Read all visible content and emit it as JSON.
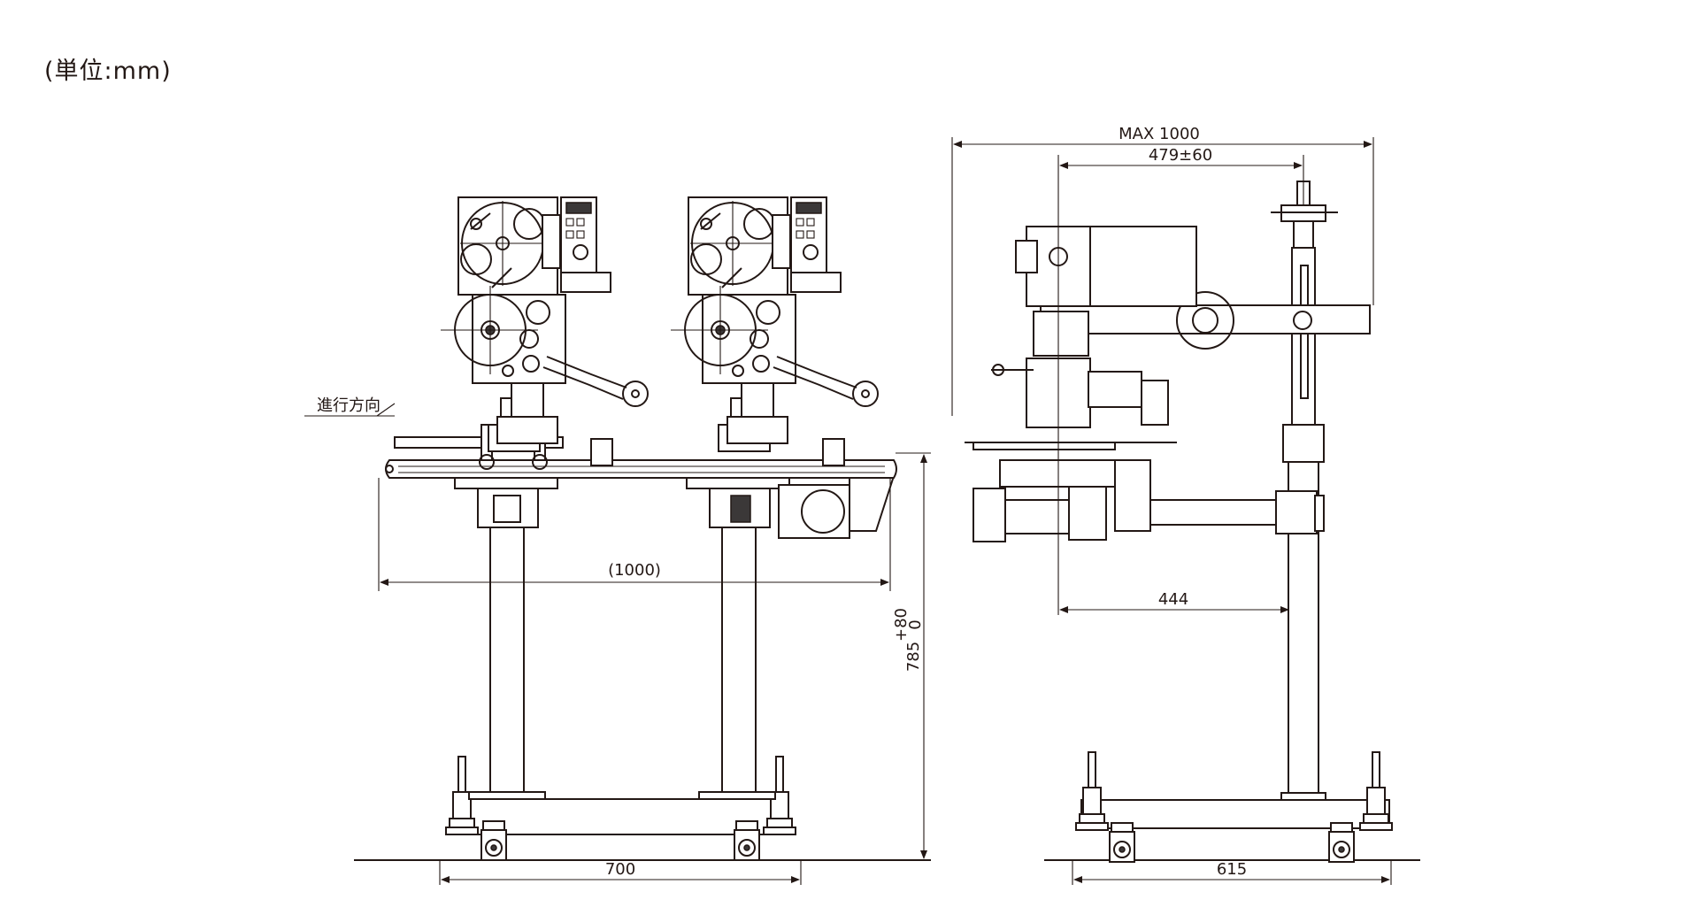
{
  "unit_note": "(単位:mm)",
  "direction_label": "進行方向",
  "dimensions": {
    "conveyor_length": "(1000)",
    "base_width_front": "700",
    "height": "785",
    "height_tol_upper": "+80",
    "height_tol_lower": "0",
    "max_width": "MAX 1000",
    "head_offset": "479±60",
    "arm_length": "444",
    "base_width_side": "615"
  },
  "colors": {
    "line": "#231815",
    "background": "#ffffff"
  }
}
